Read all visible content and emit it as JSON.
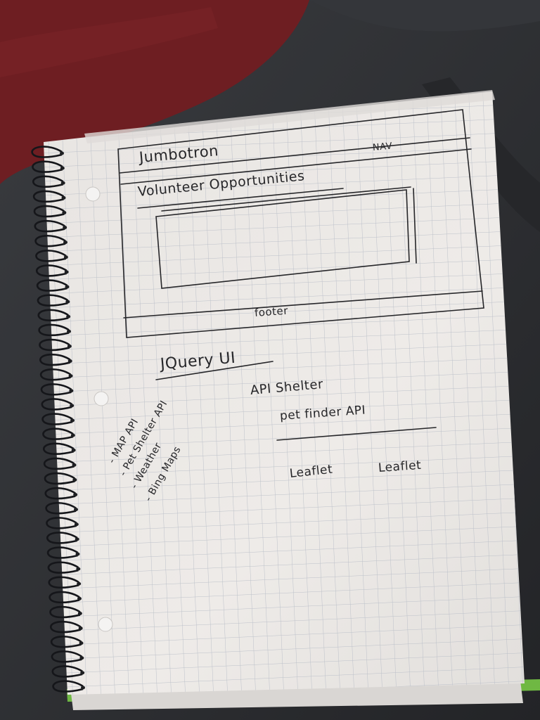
{
  "colors": {
    "blanket": "#2c2e31",
    "sweater": "#6e1e22",
    "paper": "#ece9e7",
    "grid": "#b7bcc6",
    "ink": "#262629",
    "spiral": "#15161a",
    "cover_edge": "#6fb843"
  },
  "sketch": {
    "jumbotron": "Jumbotron",
    "nav": "NAV",
    "volunteer": "Volunteer Opportunities",
    "footer": "footer"
  },
  "notes": {
    "jquery": "JQuery UI",
    "api_shelter": "API Shelter",
    "pet_finder": "pet finder API",
    "leaflet_1": "Leaflet",
    "leaflet_2": "Leaflet",
    "list": [
      "- MAP API",
      "- Pet Shelter API",
      "- Weather",
      "- Bing Maps"
    ]
  }
}
